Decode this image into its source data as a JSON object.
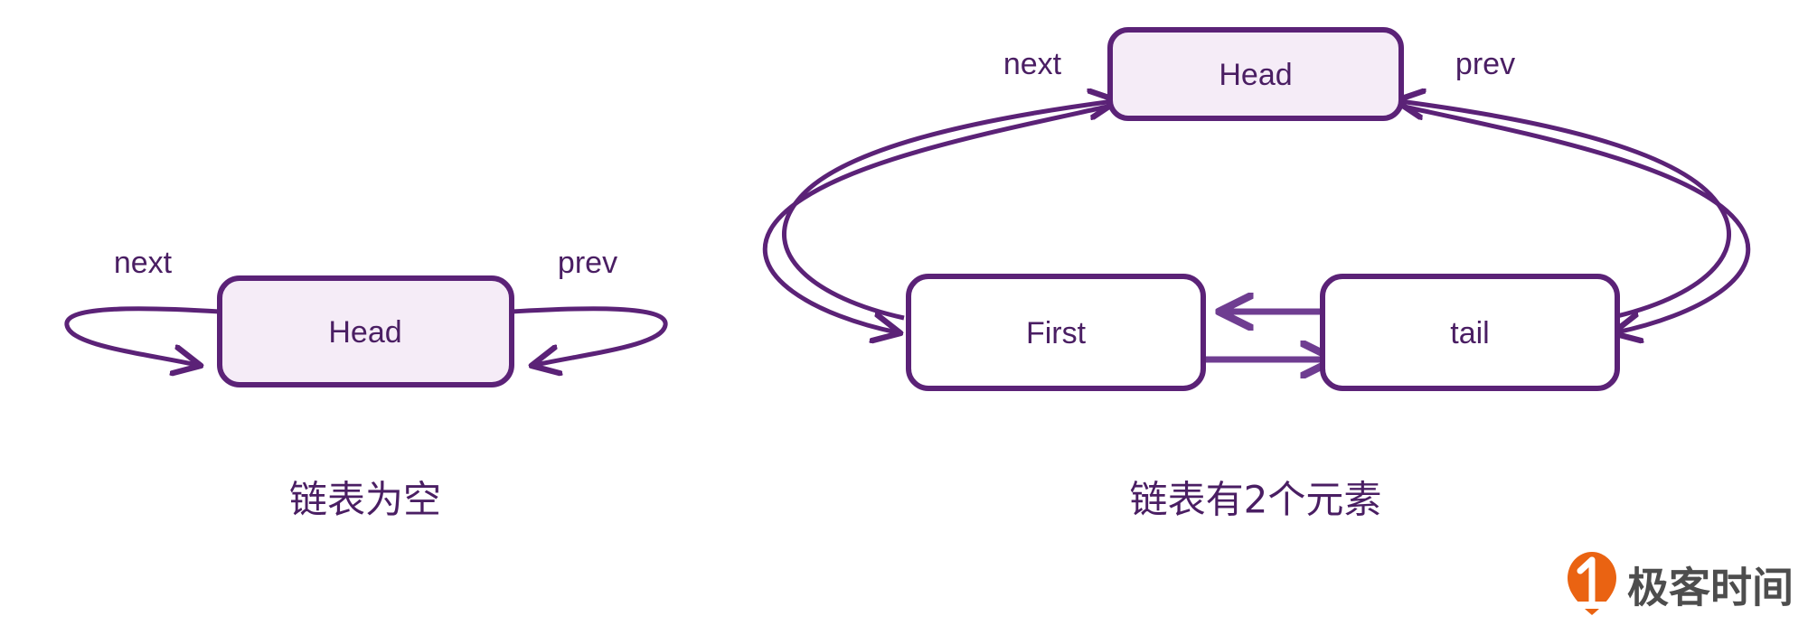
{
  "meta": {
    "background_color": "#ffffff",
    "stroke_color": "#5b2277",
    "stroke_color_light": "#6f3d91",
    "node_fill_highlight": "#f5ecf7",
    "node_fill_plain": "#ffffff",
    "text_color": "#4a1e63",
    "logo_accent": "#ea6312",
    "logo_text_color": "#4d4d4d"
  },
  "diagrams": [
    {
      "id": "empty-list",
      "caption": "链表为空",
      "nodes": [
        {
          "id": "head",
          "label": "Head",
          "fill": "#f5ecf7"
        }
      ],
      "edges": [
        {
          "id": "next-self-loop",
          "label": "next",
          "from": "head",
          "to": "head",
          "pointer": "next"
        },
        {
          "id": "prev-self-loop",
          "label": "prev",
          "from": "head",
          "to": "head",
          "pointer": "prev"
        }
      ]
    },
    {
      "id": "two-element-list",
      "caption": "链表有2个元素",
      "nodes": [
        {
          "id": "head",
          "label": "Head",
          "fill": "#f5ecf7"
        },
        {
          "id": "first",
          "label": "First",
          "fill": "#ffffff"
        },
        {
          "id": "tail",
          "label": "tail",
          "fill": "#ffffff"
        }
      ],
      "edges": [
        {
          "id": "head-next-first",
          "label": "next",
          "from": "head",
          "to": "first",
          "pointer": "next"
        },
        {
          "id": "first-prev-head",
          "label": "",
          "from": "first",
          "to": "head",
          "pointer": "prev"
        },
        {
          "id": "head-prev-tail",
          "label": "prev",
          "from": "head",
          "to": "tail",
          "pointer": "prev"
        },
        {
          "id": "tail-next-head",
          "label": "",
          "from": "tail",
          "to": "head",
          "pointer": "next"
        },
        {
          "id": "tail-prev-first",
          "label": "",
          "from": "tail",
          "to": "first",
          "pointer": "prev"
        },
        {
          "id": "first-next-tail",
          "label": "",
          "from": "first",
          "to": "tail",
          "pointer": "next"
        }
      ]
    }
  ],
  "labels": {
    "next": "next",
    "prev": "prev",
    "head": "Head",
    "first": "First",
    "tail": "tail",
    "caption_left": "链表为空",
    "caption_right": "链表有2个元素"
  },
  "watermark": {
    "brand": "极客时间",
    "mark": "geektime-logo-icon"
  }
}
